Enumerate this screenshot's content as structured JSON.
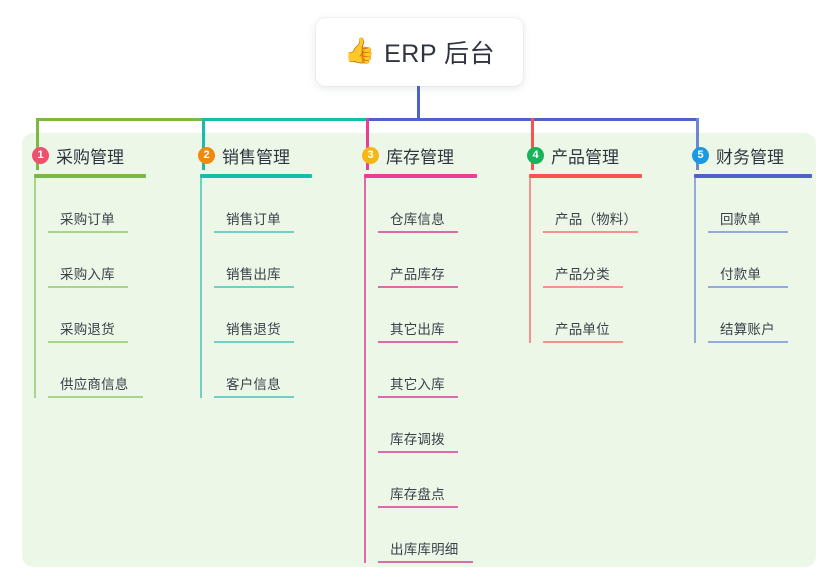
{
  "diagram": {
    "type": "mind-map",
    "background_color": "#ffffff",
    "panel_color": "#edf7e8"
  },
  "root": {
    "icon": "thumbs-up-icon",
    "icon_glyph": "👍",
    "title": "ERP 后台"
  },
  "trunk": {
    "stem_color": "#4f63c4",
    "segments": [
      {
        "name": "purchase-segment",
        "color": "#7cb942"
      },
      {
        "name": "sales-segment",
        "color": "#13beab"
      },
      {
        "name": "right-segment",
        "color": "#4f63c4"
      }
    ]
  },
  "columns": [
    {
      "index": "1",
      "name": "purchase-management",
      "title": "采购管理",
      "badge_color": "#f0506e",
      "line_color": "#7cb942",
      "leaf_color": "#a9d48b",
      "drop_color": "#7cb942",
      "items": [
        {
          "label": "采购订单"
        },
        {
          "label": "采购入库"
        },
        {
          "label": "采购退货"
        },
        {
          "label": "供应商信息"
        }
      ]
    },
    {
      "index": "2",
      "name": "sales-management",
      "title": "销售管理",
      "badge_color": "#f2890d",
      "line_color": "#13beab",
      "leaf_color": "#72cfc6",
      "drop_color": "#13beab",
      "items": [
        {
          "label": "销售订单"
        },
        {
          "label": "销售出库"
        },
        {
          "label": "销售退货"
        },
        {
          "label": "客户信息"
        }
      ]
    },
    {
      "index": "3",
      "name": "inventory-management",
      "title": "库存管理",
      "badge_color": "#f5b715",
      "line_color": "#ea3d96",
      "leaf_color": "#df6aab",
      "drop_color": "#ea3d96",
      "items": [
        {
          "label": "仓库信息"
        },
        {
          "label": "产品库存"
        },
        {
          "label": "其它出库"
        },
        {
          "label": "其它入库"
        },
        {
          "label": "库存调拨"
        },
        {
          "label": "库存盘点"
        },
        {
          "label": "出库库明细"
        }
      ]
    },
    {
      "index": "4",
      "name": "product-management",
      "title": "产品管理",
      "badge_color": "#16b35a",
      "line_color": "#f9544f",
      "leaf_color": "#f4938e",
      "drop_color": "#f9544f",
      "items": [
        {
          "label": "产品（物料）"
        },
        {
          "label": "产品分类"
        },
        {
          "label": "产品单位"
        }
      ]
    },
    {
      "index": "5",
      "name": "finance-management",
      "title": "财务管理",
      "badge_color": "#1b9ae0",
      "line_color": "#4f63c4",
      "leaf_color": "#93aadf",
      "drop_color": "#6f86d6",
      "items": [
        {
          "label": "回款单"
        },
        {
          "label": "付款单"
        },
        {
          "label": "结算账户"
        }
      ]
    }
  ]
}
